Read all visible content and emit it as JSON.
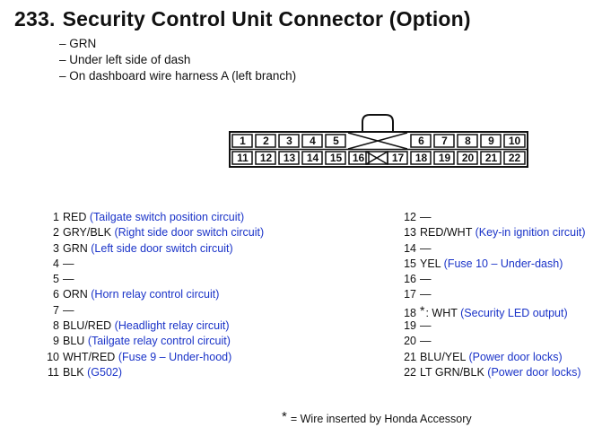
{
  "section": {
    "number": "233.",
    "title": "Security Control Unit Connector (Option)"
  },
  "notes": [
    "– GRN",
    "– Under left side of dash",
    "– On dashboard wire harness A (left branch)"
  ],
  "connector": {
    "top_row": [
      "1",
      "2",
      "3",
      "4",
      "5",
      "",
      "",
      "6",
      "7",
      "8",
      "9",
      "10"
    ],
    "bottom_row": [
      "11",
      "12",
      "13",
      "14",
      "15",
      "16",
      "",
      "17",
      "18",
      "19",
      "20",
      "21",
      "22"
    ]
  },
  "pins_left": [
    {
      "pin": "1",
      "color": "RED",
      "desc": "(Tailgate switch position circuit)"
    },
    {
      "pin": "2",
      "color": "GRY/BLK",
      "desc": "(Right side door switch circuit)"
    },
    {
      "pin": "3",
      "color": "GRN",
      "desc": "(Left side door switch circuit)"
    },
    {
      "pin": "4",
      "color": "—",
      "desc": ""
    },
    {
      "pin": "5",
      "color": "—",
      "desc": ""
    },
    {
      "pin": "6",
      "color": "ORN",
      "desc": "(Horn relay control circuit)"
    },
    {
      "pin": "7",
      "color": "—",
      "desc": ""
    },
    {
      "pin": "8",
      "color": "BLU/RED",
      "desc": "(Headlight relay circuit)"
    },
    {
      "pin": "9",
      "color": "BLU",
      "desc": "(Tailgate relay control circuit)"
    },
    {
      "pin": "10",
      "color": "WHT/RED",
      "desc": "(Fuse 9 – Under-hood)"
    },
    {
      "pin": "11",
      "color": "BLK",
      "desc": "(G502)"
    }
  ],
  "pins_right": [
    {
      "pin": "12",
      "color": "—",
      "desc": ""
    },
    {
      "pin": "13",
      "color": "RED/WHT",
      "desc": "(Key-in ignition circuit)"
    },
    {
      "pin": "14",
      "color": "—",
      "desc": ""
    },
    {
      "pin": "15",
      "color": "YEL",
      "desc": "(Fuse 10 – Under-dash)"
    },
    {
      "pin": "16",
      "color": "—",
      "desc": ""
    },
    {
      "pin": "17",
      "color": "—",
      "desc": ""
    },
    {
      "pin": "18",
      "mark": "*",
      "color": ": WHT",
      "desc": "(Security LED output)"
    },
    {
      "pin": "19",
      "color": "—",
      "desc": ""
    },
    {
      "pin": "20",
      "color": "—",
      "desc": ""
    },
    {
      "pin": "21",
      "color": "BLU/YEL",
      "desc": "(Power door locks)"
    },
    {
      "pin": "22",
      "color": "LT GRN/BLK",
      "desc": "(Power door locks)"
    }
  ],
  "footnote": {
    "mark": "*",
    "text": "= Wire inserted by Honda Accessory"
  }
}
